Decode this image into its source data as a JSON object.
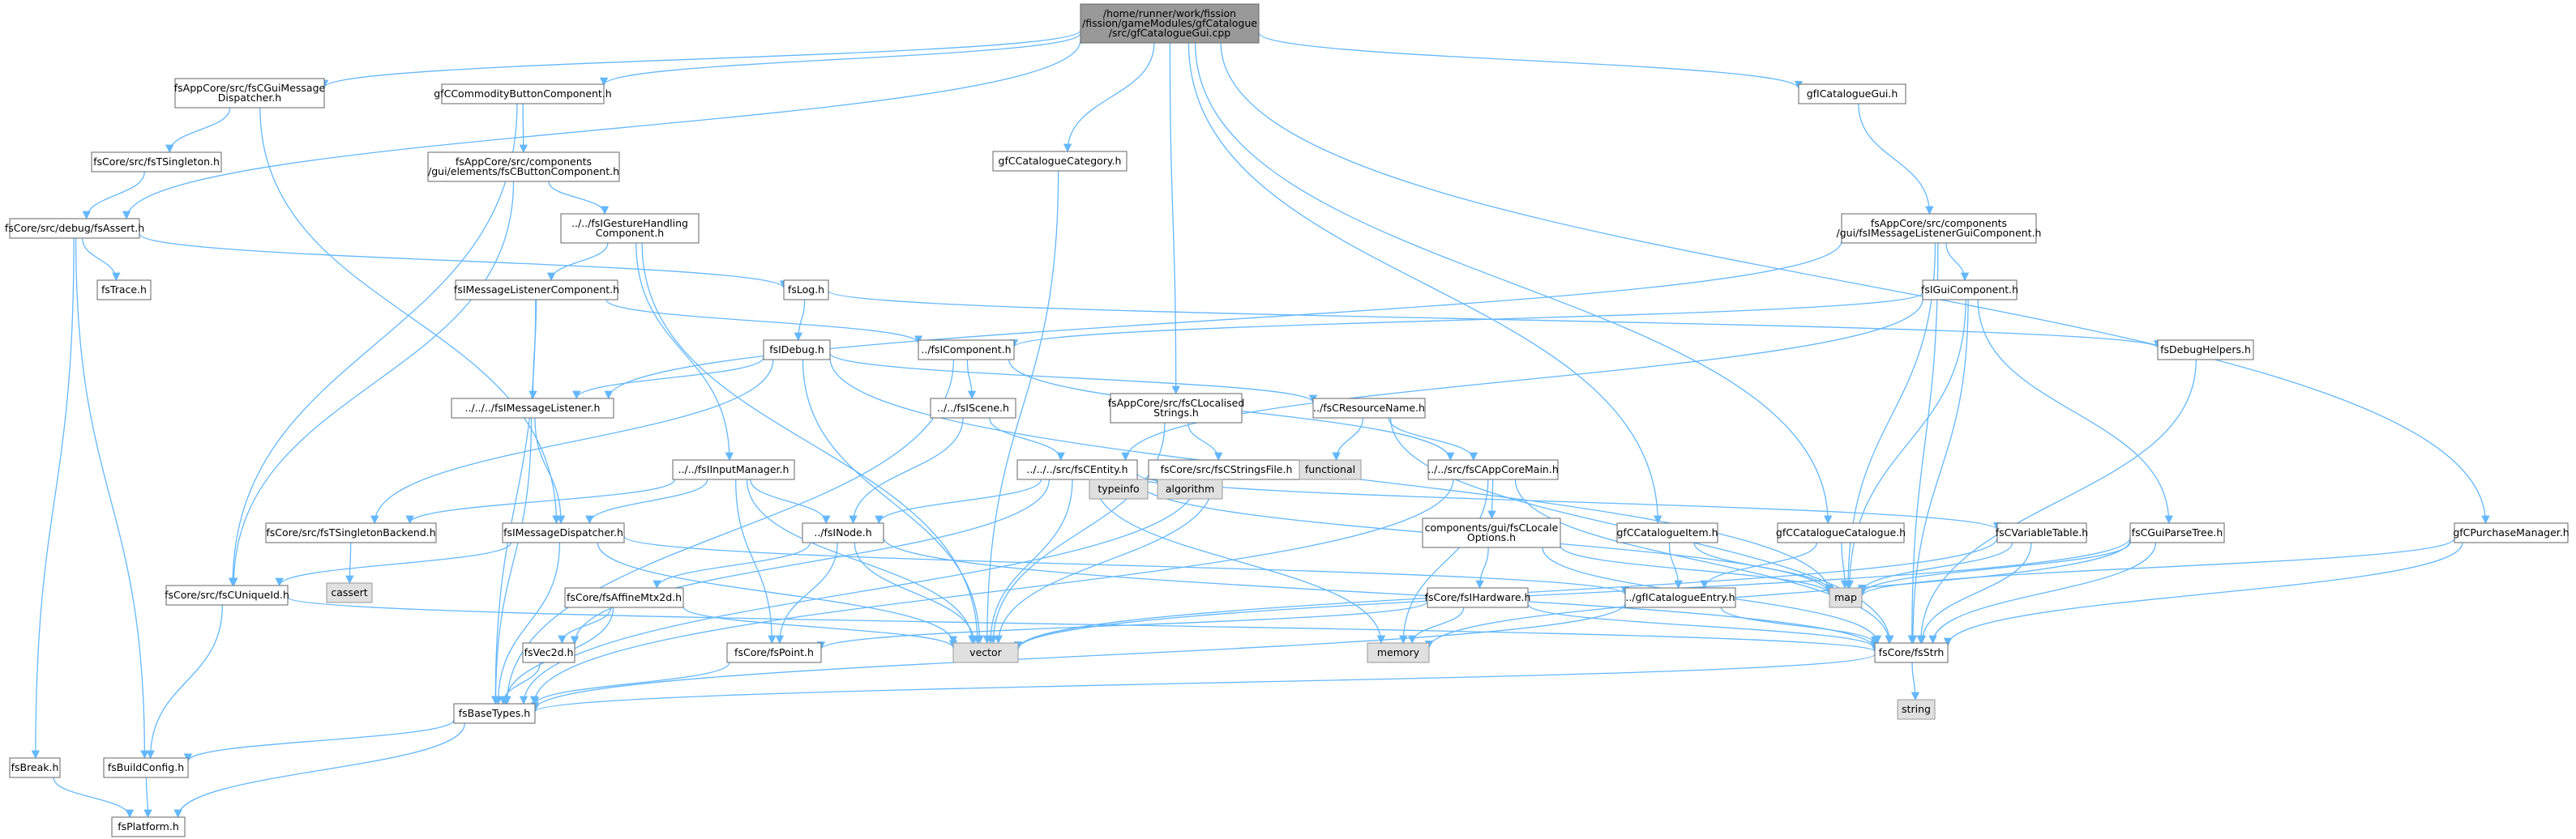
{
  "colors": {
    "node_fill": "#ffffff",
    "node_border": "#666666",
    "root_fill": "#999999",
    "external_fill": "#e0e0e0",
    "external_border": "#999999",
    "edge": "#63b8ff"
  },
  "nodes": [
    {
      "id": "root",
      "lines": [
        "/home/runner/work/fission",
        "/fission/gameModules/gfCatalogue",
        "/src/gfCatalogueGui.cpp"
      ],
      "kind": "root"
    },
    {
      "id": "guiMsgDisp",
      "lines": [
        "fsAppCore/src/fsCGuiMessage",
        "Dispatcher.h"
      ],
      "kind": "file"
    },
    {
      "id": "commodity",
      "lines": [
        "gfCCommodityButtonComponent.h"
      ],
      "kind": "file"
    },
    {
      "id": "catCategory",
      "lines": [
        "gfCCatalogueCategory.h"
      ],
      "kind": "file"
    },
    {
      "id": "catGui",
      "lines": [
        "gfICatalogueGui.h"
      ],
      "kind": "file"
    },
    {
      "id": "tsingleton",
      "lines": [
        "fsCore/src/fsTSingleton.h"
      ],
      "kind": "file"
    },
    {
      "id": "buttonComp",
      "lines": [
        "fsAppCore/src/components",
        "/gui/elements/fsCButtonComponent.h"
      ],
      "kind": "file"
    },
    {
      "id": "msgListenerGui",
      "lines": [
        "fsAppCore/src/components",
        "/gui/fsIMessageListenerGuiComponent.h"
      ],
      "kind": "file"
    },
    {
      "id": "fsAssert",
      "lines": [
        "fsCore/src/debug/fsAssert.h"
      ],
      "kind": "file"
    },
    {
      "id": "gesture",
      "lines": [
        "../../fsIGestureHandling",
        "Component.h"
      ],
      "kind": "file"
    },
    {
      "id": "fsTrace",
      "lines": [
        "fsTrace.h"
      ],
      "kind": "file"
    },
    {
      "id": "fsLog",
      "lines": [
        "fsLog.h"
      ],
      "kind": "file"
    },
    {
      "id": "msgListenerComp",
      "lines": [
        "fsIMessageListenerComponent.h"
      ],
      "kind": "file"
    },
    {
      "id": "guiComponent",
      "lines": [
        "fsIGuiComponent.h"
      ],
      "kind": "file"
    },
    {
      "id": "fsIComponent",
      "lines": [
        "../fsIComponent.h"
      ],
      "kind": "file"
    },
    {
      "id": "fsIDebug",
      "lines": [
        "fsIDebug.h"
      ],
      "kind": "file"
    },
    {
      "id": "debugHelpers",
      "lines": [
        "fsDebugHelpers.h"
      ],
      "kind": "file"
    },
    {
      "id": "msgListener",
      "lines": [
        "../../../fsIMessageListener.h"
      ],
      "kind": "file"
    },
    {
      "id": "localised",
      "lines": [
        "fsAppCore/src/fsCLocalised",
        "Strings.h"
      ],
      "kind": "file"
    },
    {
      "id": "fsIScene",
      "lines": [
        "../../fsIScene.h"
      ],
      "kind": "file"
    },
    {
      "id": "resourceName",
      "lines": [
        "../fsCResourceName.h"
      ],
      "kind": "file"
    },
    {
      "id": "inputManager",
      "lines": [
        "../../fsIInputManager.h"
      ],
      "kind": "file"
    },
    {
      "id": "fsCEntity",
      "lines": [
        "../../../src/fsCEntity.h"
      ],
      "kind": "file"
    },
    {
      "id": "stringsFile",
      "lines": [
        "fsCore/src/fsCStringsFile.h"
      ],
      "kind": "file"
    },
    {
      "id": "functional",
      "lines": [
        "functional"
      ],
      "kind": "external"
    },
    {
      "id": "appCoreMain",
      "lines": [
        "../../src/fsCAppCoreMain.h"
      ],
      "kind": "file"
    },
    {
      "id": "typeinfo",
      "lines": [
        "typeinfo"
      ],
      "kind": "external"
    },
    {
      "id": "algorithm",
      "lines": [
        "algorithm"
      ],
      "kind": "external"
    },
    {
      "id": "singletonBackend",
      "lines": [
        "fsCore/src/fsTSingletonBackend.h"
      ],
      "kind": "file"
    },
    {
      "id": "msgDispatcher",
      "lines": [
        "fsIMessageDispatcher.h"
      ],
      "kind": "file"
    },
    {
      "id": "fsINode",
      "lines": [
        "../fsINode.h"
      ],
      "kind": "file"
    },
    {
      "id": "localeOptions",
      "lines": [
        "components/gui/fsCLocale",
        "Options.h"
      ],
      "kind": "file"
    },
    {
      "id": "catItem",
      "lines": [
        "gfCCatalogueItem.h"
      ],
      "kind": "file"
    },
    {
      "id": "catCatalogue",
      "lines": [
        "gfCCatalogueCatalogue.h"
      ],
      "kind": "file"
    },
    {
      "id": "varTable",
      "lines": [
        "fsCVariableTable.h"
      ],
      "kind": "file"
    },
    {
      "id": "parseTree",
      "lines": [
        "fsCGuiParseTree.h"
      ],
      "kind": "file"
    },
    {
      "id": "purchaseMgr",
      "lines": [
        "gfCPurchaseManager.h"
      ],
      "kind": "file"
    },
    {
      "id": "cassert",
      "lines": [
        "cassert"
      ],
      "kind": "external"
    },
    {
      "id": "uniqueId",
      "lines": [
        "fsCore/src/fsCUniqueId.h"
      ],
      "kind": "file"
    },
    {
      "id": "affineMtx",
      "lines": [
        "fsCore/fsAffineMtx2d.h"
      ],
      "kind": "file"
    },
    {
      "id": "hardware",
      "lines": [
        "fsCore/fsIHardware.h"
      ],
      "kind": "file"
    },
    {
      "id": "catEntry",
      "lines": [
        "../gfICatalogueEntry.h"
      ],
      "kind": "file"
    },
    {
      "id": "map",
      "lines": [
        "map"
      ],
      "kind": "external"
    },
    {
      "id": "vec2d",
      "lines": [
        "fsVec2d.h"
      ],
      "kind": "file"
    },
    {
      "id": "vector",
      "lines": [
        "vector"
      ],
      "kind": "external"
    },
    {
      "id": "memory",
      "lines": [
        "memory"
      ],
      "kind": "external"
    },
    {
      "id": "fsPoint",
      "lines": [
        "fsCore/fsPoint.h"
      ],
      "kind": "file"
    },
    {
      "id": "fsStrh",
      "lines": [
        "fsCore/fsStrh"
      ],
      "kind": "file"
    },
    {
      "id": "baseTypes",
      "lines": [
        "fsBaseTypes.h"
      ],
      "kind": "file"
    },
    {
      "id": "string",
      "lines": [
        "string"
      ],
      "kind": "external"
    },
    {
      "id": "fsBreak",
      "lines": [
        "fsBreak.h"
      ],
      "kind": "file"
    },
    {
      "id": "buildConfig",
      "lines": [
        "fsBuildConfig.h"
      ],
      "kind": "file"
    },
    {
      "id": "platform",
      "lines": [
        "fsPlatform.h"
      ],
      "kind": "file"
    }
  ],
  "edges": [
    [
      "root",
      "guiMsgDisp"
    ],
    [
      "root",
      "commodity"
    ],
    [
      "root",
      "catCategory"
    ],
    [
      "root",
      "catGui"
    ],
    [
      "root",
      "fsAssert"
    ],
    [
      "root",
      "localised"
    ],
    [
      "root",
      "catItem"
    ],
    [
      "root",
      "catCatalogue"
    ],
    [
      "root",
      "purchaseMgr"
    ],
    [
      "guiMsgDisp",
      "tsingleton"
    ],
    [
      "guiMsgDisp",
      "msgDispatcher"
    ],
    [
      "tsingleton",
      "fsAssert"
    ],
    [
      "fsAssert",
      "fsTrace"
    ],
    [
      "fsAssert",
      "fsLog"
    ],
    [
      "fsAssert",
      "fsBreak"
    ],
    [
      "fsAssert",
      "buildConfig"
    ],
    [
      "commodity",
      "buttonComp"
    ],
    [
      "commodity",
      "uniqueId"
    ],
    [
      "buttonComp",
      "gesture"
    ],
    [
      "buttonComp",
      "uniqueId"
    ],
    [
      "gesture",
      "msgListenerComp"
    ],
    [
      "gesture",
      "inputManager"
    ],
    [
      "gesture",
      "vector"
    ],
    [
      "catCategory",
      "vector"
    ],
    [
      "catGui",
      "msgListenerGui"
    ],
    [
      "msgListenerGui",
      "guiComponent"
    ],
    [
      "msgListenerGui",
      "msgListener"
    ],
    [
      "msgListenerGui",
      "map"
    ],
    [
      "msgListenerGui",
      "fsStrh"
    ],
    [
      "guiComponent",
      "fsIComponent"
    ],
    [
      "guiComponent",
      "fsCEntity"
    ],
    [
      "guiComponent",
      "parseTree"
    ],
    [
      "guiComponent",
      "map"
    ],
    [
      "guiComponent",
      "fsStrh"
    ],
    [
      "fsLog",
      "fsIDebug"
    ],
    [
      "fsLog",
      "debugHelpers"
    ],
    [
      "debugHelpers",
      "fsStrh"
    ],
    [
      "fsIDebug",
      "msgListener"
    ],
    [
      "fsIDebug",
      "singletonBackend"
    ],
    [
      "fsIDebug",
      "resourceName"
    ],
    [
      "fsIDebug",
      "vector"
    ],
    [
      "fsIDebug",
      "map"
    ],
    [
      "msgListenerComp",
      "fsIComponent"
    ],
    [
      "msgListenerComp",
      "msgListener"
    ],
    [
      "msgListenerComp",
      "baseTypes"
    ],
    [
      "msgListener",
      "msgDispatcher"
    ],
    [
      "msgListener",
      "baseTypes"
    ],
    [
      "fsIComponent",
      "fsIScene"
    ],
    [
      "fsIComponent",
      "appCoreMain"
    ],
    [
      "fsIComponent",
      "baseTypes"
    ],
    [
      "fsIScene",
      "fsCEntity"
    ],
    [
      "fsIScene",
      "fsINode"
    ],
    [
      "localised",
      "stringsFile"
    ],
    [
      "localised",
      "vector"
    ],
    [
      "stringsFile",
      "vector"
    ],
    [
      "stringsFile",
      "baseTypes"
    ],
    [
      "resourceName",
      "functional"
    ],
    [
      "resourceName",
      "appCoreMain"
    ],
    [
      "resourceName",
      "fsStrh"
    ],
    [
      "appCoreMain",
      "localeOptions"
    ],
    [
      "appCoreMain",
      "baseTypes"
    ],
    [
      "appCoreMain",
      "fsStrh"
    ],
    [
      "appCoreMain",
      "memory"
    ],
    [
      "fsCEntity",
      "typeinfo"
    ],
    [
      "fsCEntity",
      "algorithm"
    ],
    [
      "fsCEntity",
      "fsINode"
    ],
    [
      "fsCEntity",
      "varTable"
    ],
    [
      "fsCEntity",
      "vector"
    ],
    [
      "fsCEntity",
      "memory"
    ],
    [
      "fsCEntity",
      "map"
    ],
    [
      "fsCEntity",
      "vec2d"
    ],
    [
      "inputManager",
      "singletonBackend"
    ],
    [
      "inputManager",
      "msgDispatcher"
    ],
    [
      "inputManager",
      "fsINode"
    ],
    [
      "inputManager",
      "fsPoint"
    ],
    [
      "inputManager",
      "vector"
    ],
    [
      "singletonBackend",
      "cassert"
    ],
    [
      "msgDispatcher",
      "uniqueId"
    ],
    [
      "msgDispatcher",
      "baseTypes"
    ],
    [
      "msgDispatcher",
      "vector"
    ],
    [
      "msgDispatcher",
      "catEntry"
    ],
    [
      "fsINode",
      "affineMtx"
    ],
    [
      "fsINode",
      "fsPoint"
    ],
    [
      "fsINode",
      "vector"
    ],
    [
      "fsINode",
      "fsStrh"
    ],
    [
      "localeOptions",
      "hardware"
    ],
    [
      "localeOptions",
      "fsStrh"
    ],
    [
      "localeOptions",
      "map"
    ],
    [
      "catItem",
      "catEntry"
    ],
    [
      "catItem",
      "map"
    ],
    [
      "catCatalogue",
      "catEntry"
    ],
    [
      "catCatalogue",
      "map"
    ],
    [
      "varTable",
      "map"
    ],
    [
      "varTable",
      "fsStrh"
    ],
    [
      "varTable",
      "vector"
    ],
    [
      "parseTree",
      "map"
    ],
    [
      "parseTree",
      "fsStrh"
    ],
    [
      "parseTree",
      "vector"
    ],
    [
      "parseTree",
      "memory"
    ],
    [
      "purchaseMgr",
      "map"
    ],
    [
      "purchaseMgr",
      "fsStrh"
    ],
    [
      "uniqueId",
      "buildConfig"
    ],
    [
      "uniqueId",
      "fsStrh"
    ],
    [
      "affineMtx",
      "vec2d"
    ],
    [
      "affineMtx",
      "vector"
    ],
    [
      "affineMtx",
      "baseTypes"
    ],
    [
      "hardware",
      "memory"
    ],
    [
      "hardware",
      "fsPoint"
    ],
    [
      "hardware",
      "fsStrh"
    ],
    [
      "catEntry",
      "fsStrh"
    ],
    [
      "catEntry",
      "baseTypes"
    ],
    [
      "vec2d",
      "baseTypes"
    ],
    [
      "fsPoint",
      "baseTypes"
    ],
    [
      "fsStrh",
      "string"
    ],
    [
      "fsStrh",
      "baseTypes"
    ],
    [
      "baseTypes",
      "buildConfig"
    ],
    [
      "baseTypes",
      "platform"
    ],
    [
      "fsBreak",
      "platform"
    ],
    [
      "buildConfig",
      "platform"
    ]
  ]
}
